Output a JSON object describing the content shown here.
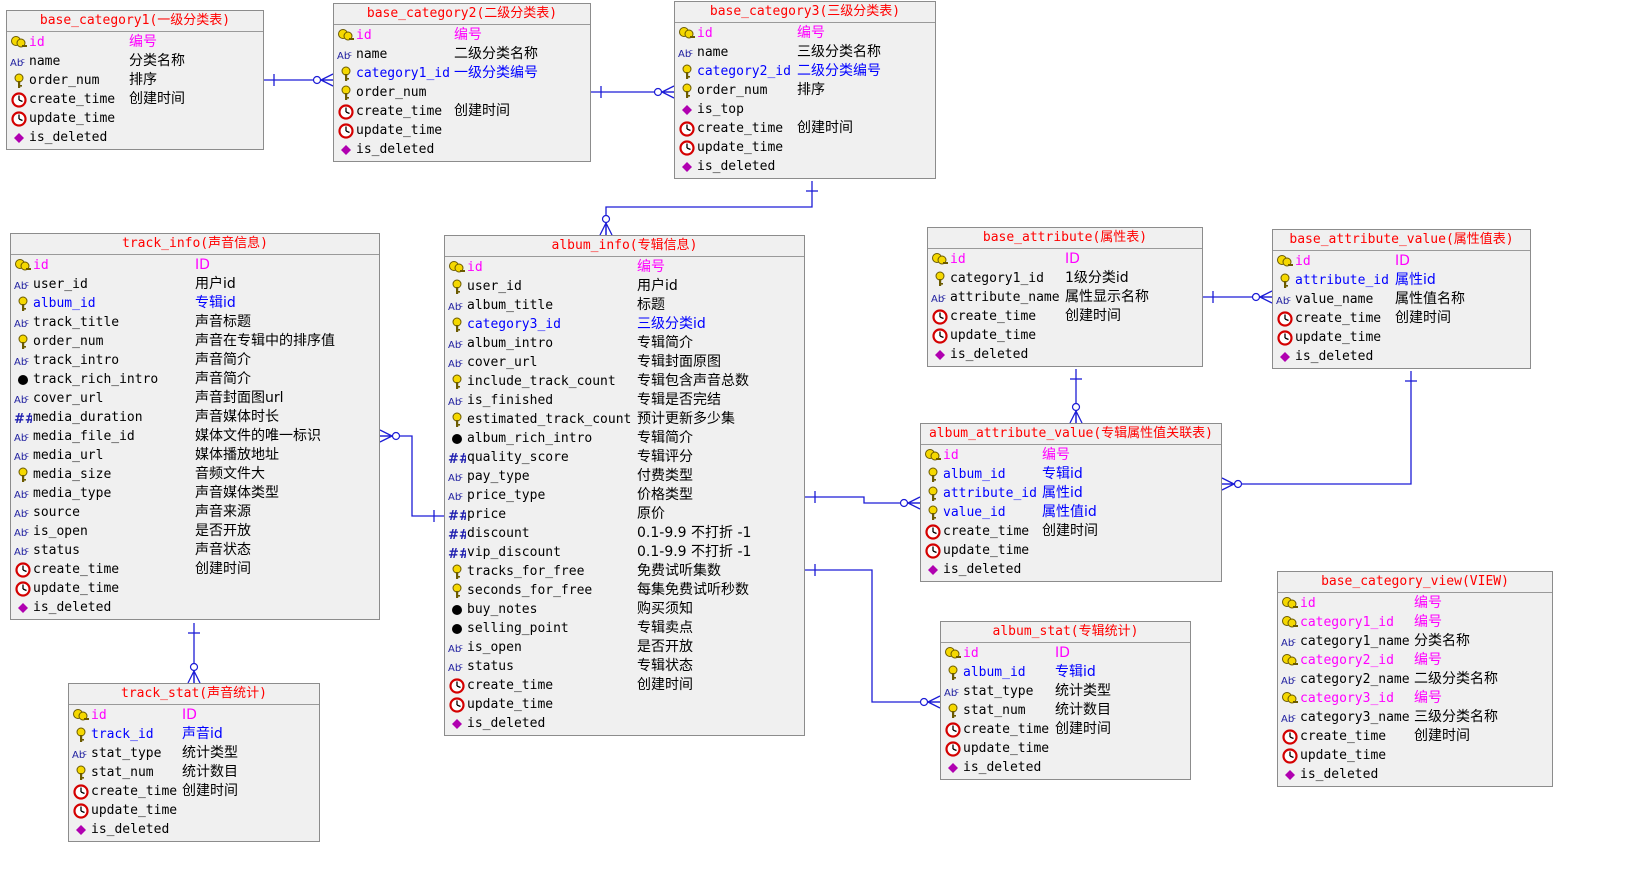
{
  "entities": [
    {
      "id": "base_category1",
      "title": "base_category1(一级分类表)",
      "fields": [
        {
          "n": "id",
          "c": "编号",
          "t": "pk"
        },
        {
          "n": "name",
          "c": "分类名称",
          "t": "str"
        },
        {
          "n": "order_num",
          "c": "排序",
          "t": "idx"
        },
        {
          "n": "create_time",
          "c": "创建时间",
          "t": "time"
        },
        {
          "n": "update_time",
          "c": "",
          "t": "time"
        },
        {
          "n": "is_deleted",
          "c": "",
          "t": "dia"
        }
      ]
    },
    {
      "id": "base_category2",
      "title": "base_category2(二级分类表)",
      "fields": [
        {
          "n": "id",
          "c": "编号",
          "t": "pk"
        },
        {
          "n": "name",
          "c": "二级分类名称",
          "t": "str"
        },
        {
          "n": "category1_id",
          "c": "一级分类编号",
          "t": "fk"
        },
        {
          "n": "order_num",
          "c": "",
          "t": "idx"
        },
        {
          "n": "create_time",
          "c": "创建时间",
          "t": "time"
        },
        {
          "n": "update_time",
          "c": "",
          "t": "time"
        },
        {
          "n": "is_deleted",
          "c": "",
          "t": "dia"
        }
      ]
    },
    {
      "id": "base_category3",
      "title": "base_category3(三级分类表)",
      "fields": [
        {
          "n": "id",
          "c": "编号",
          "t": "pk"
        },
        {
          "n": "name",
          "c": "三级分类名称",
          "t": "str"
        },
        {
          "n": "category2_id",
          "c": "二级分类编号",
          "t": "fk"
        },
        {
          "n": "order_num",
          "c": "排序",
          "t": "idx"
        },
        {
          "n": "is_top",
          "c": "",
          "t": "dia"
        },
        {
          "n": "create_time",
          "c": "创建时间",
          "t": "time"
        },
        {
          "n": "update_time",
          "c": "",
          "t": "time"
        },
        {
          "n": "is_deleted",
          "c": "",
          "t": "dia"
        }
      ]
    },
    {
      "id": "track_info",
      "title": "track_info(声音信息)",
      "fields": [
        {
          "n": "id",
          "c": "ID",
          "t": "pk"
        },
        {
          "n": "user_id",
          "c": "用户id",
          "t": "str"
        },
        {
          "n": "album_id",
          "c": "专辑id",
          "t": "fk"
        },
        {
          "n": "track_title",
          "c": "声音标题",
          "t": "str"
        },
        {
          "n": "order_num",
          "c": "声音在专辑中的排序值",
          "t": "idx"
        },
        {
          "n": "track_intro",
          "c": "声音简介",
          "t": "str"
        },
        {
          "n": "track_rich_intro",
          "c": "声音简介",
          "t": "dot"
        },
        {
          "n": "cover_url",
          "c": "声音封面图url",
          "t": "str"
        },
        {
          "n": "media_duration",
          "c": "声音媒体时长",
          "t": "num"
        },
        {
          "n": "media_file_id",
          "c": "媒体文件的唯一标识",
          "t": "str"
        },
        {
          "n": "media_url",
          "c": "媒体播放地址",
          "t": "str"
        },
        {
          "n": "media_size",
          "c": "音频文件大",
          "t": "idx"
        },
        {
          "n": "media_type",
          "c": "声音媒体类型",
          "t": "str"
        },
        {
          "n": "source",
          "c": "声音来源",
          "t": "str"
        },
        {
          "n": "is_open",
          "c": "是否开放",
          "t": "str"
        },
        {
          "n": "status",
          "c": "声音状态",
          "t": "str"
        },
        {
          "n": "create_time",
          "c": "创建时间",
          "t": "time"
        },
        {
          "n": "update_time",
          "c": "",
          "t": "time"
        },
        {
          "n": "is_deleted",
          "c": "",
          "t": "dia"
        }
      ]
    },
    {
      "id": "album_info",
      "title": "album_info(专辑信息)",
      "fields": [
        {
          "n": "id",
          "c": "编号",
          "t": "pk"
        },
        {
          "n": "user_id",
          "c": "用户id",
          "t": "idx"
        },
        {
          "n": "album_title",
          "c": "标题",
          "t": "str"
        },
        {
          "n": "category3_id",
          "c": "三级分类id",
          "t": "fk"
        },
        {
          "n": "album_intro",
          "c": "专辑简介",
          "t": "str"
        },
        {
          "n": "cover_url",
          "c": "专辑封面原图",
          "t": "str"
        },
        {
          "n": "include_track_count",
          "c": "专辑包含声音总数",
          "t": "idx"
        },
        {
          "n": "is_finished",
          "c": "专辑是否完结",
          "t": "str"
        },
        {
          "n": "estimated_track_count",
          "c": "预计更新多少集",
          "t": "idx"
        },
        {
          "n": "album_rich_intro",
          "c": "专辑简介",
          "t": "dot"
        },
        {
          "n": "quality_score",
          "c": "专辑评分",
          "t": "num"
        },
        {
          "n": "pay_type",
          "c": "付费类型",
          "t": "str"
        },
        {
          "n": "price_type",
          "c": "价格类型",
          "t": "str"
        },
        {
          "n": "price",
          "c": "原价",
          "t": "num"
        },
        {
          "n": "discount",
          "c": "0.1-9.9  不打折 -1",
          "t": "num"
        },
        {
          "n": "vip_discount",
          "c": "0.1-9.9 不打折 -1",
          "t": "num"
        },
        {
          "n": "tracks_for_free",
          "c": "免费试听集数",
          "t": "idx"
        },
        {
          "n": "seconds_for_free",
          "c": "每集免费试听秒数",
          "t": "idx"
        },
        {
          "n": "buy_notes",
          "c": "购买须知",
          "t": "dot"
        },
        {
          "n": "selling_point",
          "c": "专辑卖点",
          "t": "dot"
        },
        {
          "n": "is_open",
          "c": "是否开放",
          "t": "str"
        },
        {
          "n": "status",
          "c": "专辑状态",
          "t": "str"
        },
        {
          "n": "create_time",
          "c": "创建时间",
          "t": "time"
        },
        {
          "n": "update_time",
          "c": "",
          "t": "time"
        },
        {
          "n": "is_deleted",
          "c": "",
          "t": "dia"
        }
      ]
    },
    {
      "id": "base_attribute",
      "title": "base_attribute(属性表)",
      "fields": [
        {
          "n": "id",
          "c": "ID",
          "t": "pk"
        },
        {
          "n": "category1_id",
          "c": "1级分类id",
          "t": "idx"
        },
        {
          "n": "attribute_name",
          "c": "属性显示名称",
          "t": "str"
        },
        {
          "n": "create_time",
          "c": "创建时间",
          "t": "time"
        },
        {
          "n": "update_time",
          "c": "",
          "t": "time"
        },
        {
          "n": "is_deleted",
          "c": "",
          "t": "dia"
        }
      ]
    },
    {
      "id": "base_attribute_value",
      "title": "base_attribute_value(属性值表)",
      "fields": [
        {
          "n": "id",
          "c": "ID",
          "t": "pk"
        },
        {
          "n": "attribute_id",
          "c": "属性id",
          "t": "fk"
        },
        {
          "n": "value_name",
          "c": "属性值名称",
          "t": "str"
        },
        {
          "n": "create_time",
          "c": "创建时间",
          "t": "time"
        },
        {
          "n": "update_time",
          "c": "",
          "t": "time"
        },
        {
          "n": "is_deleted",
          "c": "",
          "t": "dia"
        }
      ]
    },
    {
      "id": "album_attribute_value",
      "title": "album_attribute_value(专辑属性值关联表)",
      "fields": [
        {
          "n": "id",
          "c": "编号",
          "t": "pk"
        },
        {
          "n": "album_id",
          "c": "专辑id",
          "t": "fk"
        },
        {
          "n": "attribute_id",
          "c": "属性id",
          "t": "fk"
        },
        {
          "n": "value_id",
          "c": "属性值id",
          "t": "fk"
        },
        {
          "n": "create_time",
          "c": "创建时间",
          "t": "time"
        },
        {
          "n": "update_time",
          "c": "",
          "t": "time"
        },
        {
          "n": "is_deleted",
          "c": "",
          "t": "dia"
        }
      ]
    },
    {
      "id": "album_stat",
      "title": "album_stat(专辑统计)",
      "fields": [
        {
          "n": "id",
          "c": "ID",
          "t": "pk"
        },
        {
          "n": "album_id",
          "c": "专辑id",
          "t": "fk"
        },
        {
          "n": "stat_type",
          "c": "统计类型",
          "t": "str"
        },
        {
          "n": "stat_num",
          "c": "统计数目",
          "t": "idx"
        },
        {
          "n": "create_time",
          "c": "创建时间",
          "t": "time"
        },
        {
          "n": "update_time",
          "c": "",
          "t": "time"
        },
        {
          "n": "is_deleted",
          "c": "",
          "t": "dia"
        }
      ]
    },
    {
      "id": "base_category_view",
      "title": "base_category_view(VIEW)",
      "fields": [
        {
          "n": "id",
          "c": "编号",
          "t": "pk"
        },
        {
          "n": "category1_id",
          "c": "编号",
          "t": "pf"
        },
        {
          "n": "category1_name",
          "c": "分类名称",
          "t": "str"
        },
        {
          "n": "category2_id",
          "c": "编号",
          "t": "pf"
        },
        {
          "n": "category2_name",
          "c": "二级分类名称",
          "t": "str"
        },
        {
          "n": "category3_id",
          "c": "编号",
          "t": "pf"
        },
        {
          "n": "category3_name",
          "c": "三级分类名称",
          "t": "str"
        },
        {
          "n": "create_time",
          "c": "创建时间",
          "t": "time"
        },
        {
          "n": "update_time",
          "c": "",
          "t": "time"
        },
        {
          "n": "is_deleted",
          "c": "",
          "t": "dia"
        }
      ]
    },
    {
      "id": "track_stat",
      "title": "track_stat(声音统计)",
      "fields": [
        {
          "n": "id",
          "c": "ID",
          "t": "pk"
        },
        {
          "n": "track_id",
          "c": "声音id",
          "t": "fk"
        },
        {
          "n": "stat_type",
          "c": "统计类型",
          "t": "str"
        },
        {
          "n": "stat_num",
          "c": "统计数目",
          "t": "idx"
        },
        {
          "n": "create_time",
          "c": "创建时间",
          "t": "time"
        },
        {
          "n": "update_time",
          "c": "",
          "t": "time"
        },
        {
          "n": "is_deleted",
          "c": "",
          "t": "dia"
        }
      ]
    }
  ],
  "colors": {
    "title": "#ff0000",
    "pk": "#ff00ff",
    "fk": "#0000ff",
    "link": "#1c1cd6",
    "key_icon": "#f5d800",
    "clock": "#d40000",
    "diamond": "#b000b0"
  }
}
